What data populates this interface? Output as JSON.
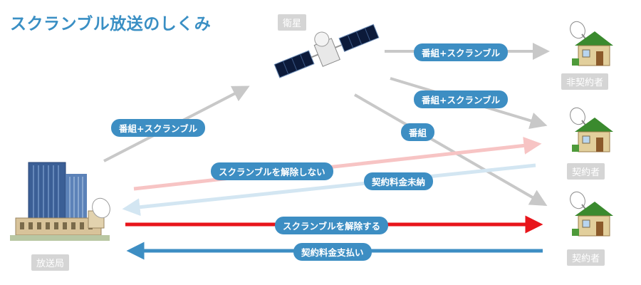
{
  "title": "スクランブル放送のしくみ",
  "nodes": {
    "satellite": "衛星",
    "broadcaster": "放送局",
    "non_subscriber": "非契約者",
    "subscriber_1": "契約者",
    "subscriber_2": "契約者"
  },
  "flows": {
    "uplink": "番組+スクランブル",
    "to_non_subscriber": "番組+スクランブル",
    "to_subscriber_1": "番組+スクランブル",
    "to_subscriber_2": "番組",
    "unscramble_not": "スクランブルを解除しない",
    "unpaid": "契約料金未納",
    "unscramble": "スクランブルを解除する",
    "payment": "契約料金支払い"
  },
  "colors": {
    "title": "#3a8fc4",
    "pill": "#3d8ec3",
    "gray_arrow": "#c8c8c8",
    "red_arrow": "#e8151b",
    "blue_arrow": "#3d8ec3",
    "faint_red_arrow": "#f7c4c4",
    "faint_blue_arrow": "#d3e6f2"
  }
}
